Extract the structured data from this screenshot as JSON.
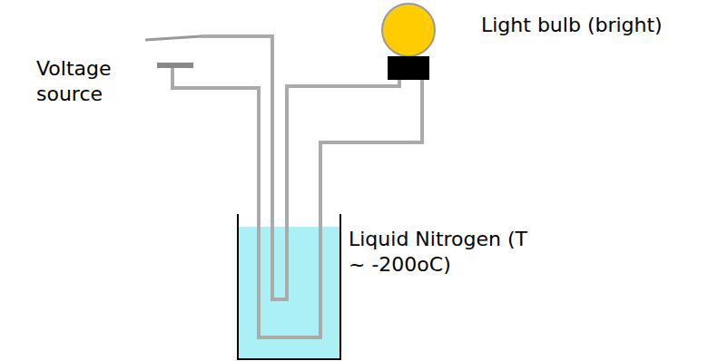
{
  "diagram": {
    "labels": [
      "Voltage source",
      "Light bulb (bright)",
      "Liquid Nitrogen (T ~ -200oC)"
    ]
  }
}
